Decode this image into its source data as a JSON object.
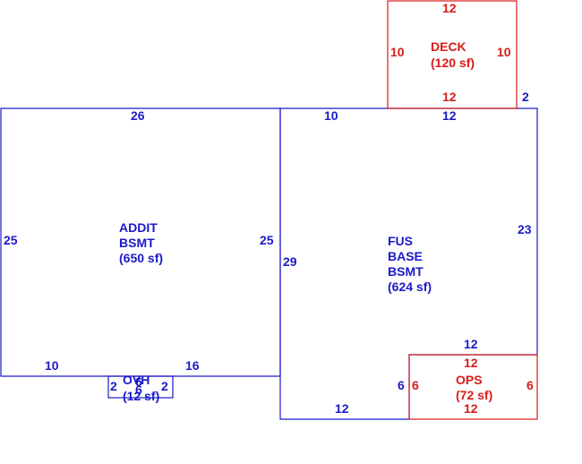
{
  "colors": {
    "main_structure": "#1a1ac8",
    "secondary": "#d81a1a",
    "background": "#ffffff"
  },
  "areas": {
    "addit_bsmt": {
      "line1": "ADDIT",
      "line2": "BSMT",
      "line3": "(650 sf)"
    },
    "fus_base_bsmt": {
      "line1": "FUS",
      "line2": "BASE",
      "line3": "BSMT",
      "line4": "(624 sf)"
    },
    "deck": {
      "line1": "DECK",
      "line2": "(120 sf)"
    },
    "ops": {
      "line1": "OPS",
      "line2": "(72 sf)"
    },
    "ovh": {
      "line1": "OVH",
      "line2": "(12 sf)"
    }
  },
  "dimensions": {
    "addit_top": "26",
    "addit_left": "25",
    "addit_right": "25",
    "addit_bottom_left": "10",
    "addit_bottom_right": "16",
    "fus_top_left": "10",
    "fus_top_right": "12",
    "fus_right": "23",
    "fus_left": "29",
    "fus_bottom": "12",
    "fus_notch_top": "12",
    "fus_notch_left": "6",
    "fus_step": "2",
    "deck_top": "12",
    "deck_bottom": "12",
    "deck_left": "10",
    "deck_right": "10",
    "ops_top": "12",
    "ops_bottom": "12",
    "ops_left": "6",
    "ops_right": "6",
    "ovh_left": "2",
    "ovh_right": "2",
    "ovh_top": "6",
    "ovh_bottom": "6"
  }
}
